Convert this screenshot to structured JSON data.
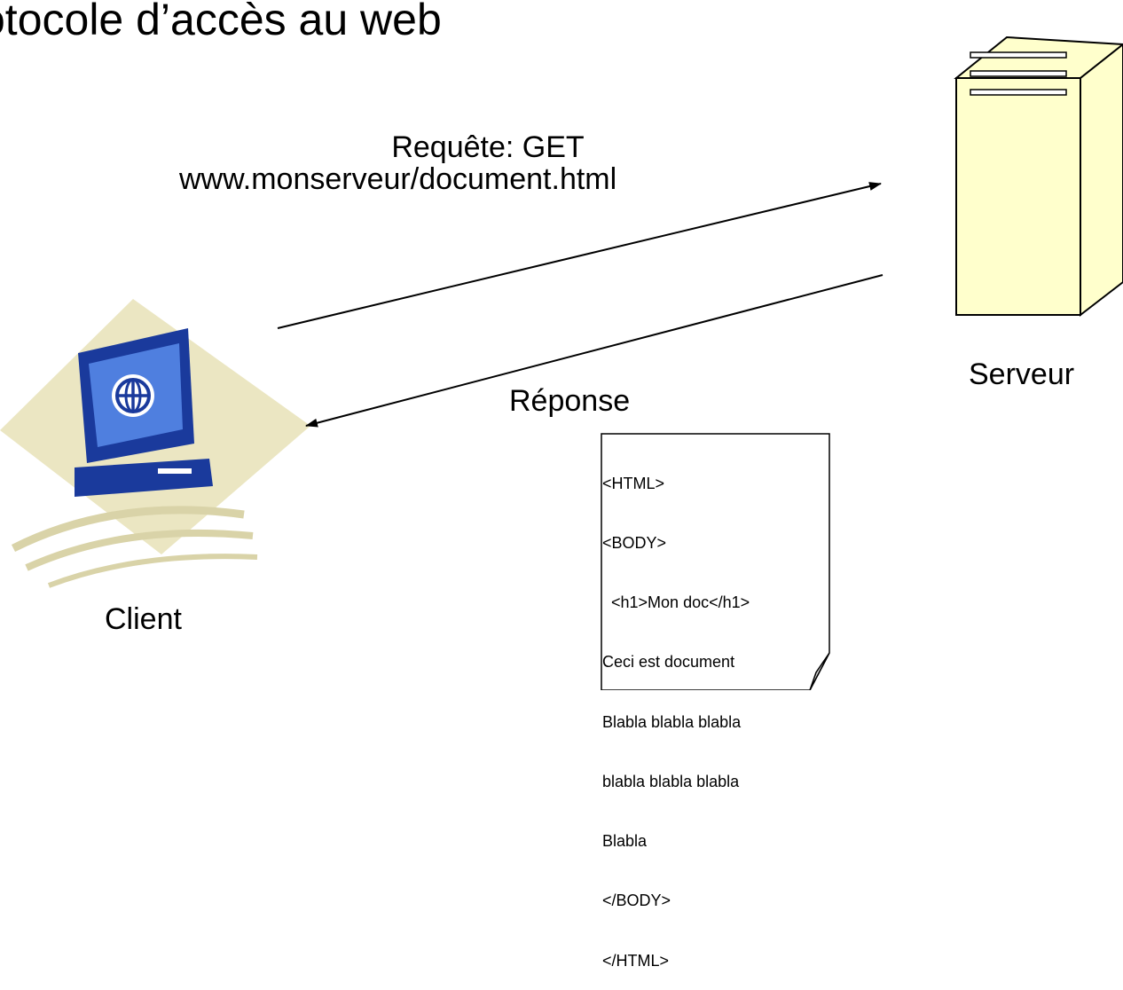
{
  "title": "otocole d’accès au web",
  "request": {
    "line1": "Requête: GET",
    "line2": "www.monserveur/document.html"
  },
  "response": {
    "label": "Réponse",
    "document_lines": [
      "<HTML>",
      "<BODY>",
      "  <h1>Mon doc</h1>",
      "Ceci est document",
      "Blabla blabla blabla",
      "blabla blabla blabla",
      "Blabla",
      "</BODY>",
      "</HTML>"
    ]
  },
  "server": {
    "label": "Serveur",
    "icon": "server-tower-icon"
  },
  "client": {
    "label": "Client",
    "icon": "web-computer-icon"
  },
  "colors": {
    "server_fill": "#ffffcc",
    "monitor_blue": "#1a3a9c",
    "screen_blue": "#4f7fdf",
    "diamond": "#ebe6c2",
    "swoosh": "#d9d3a8"
  }
}
